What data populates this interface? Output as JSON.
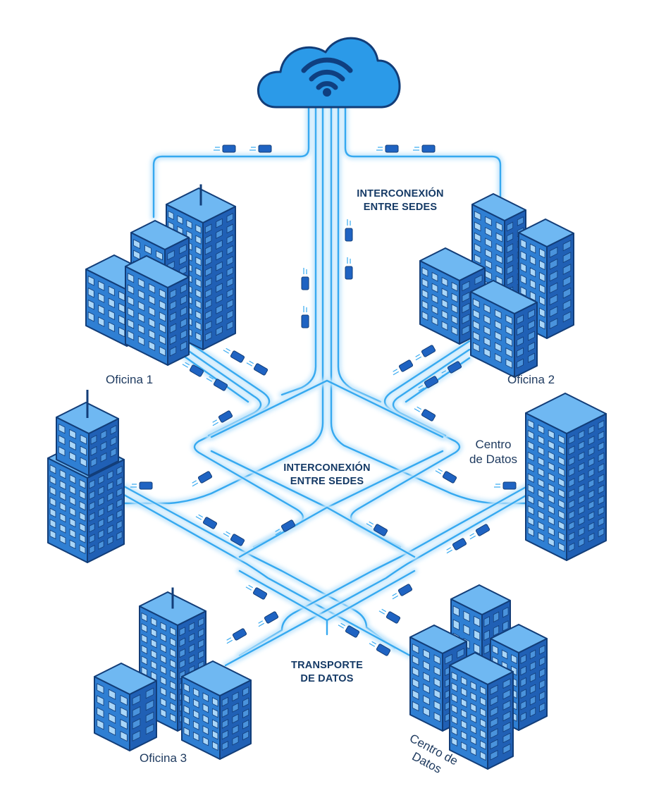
{
  "diagram": {
    "colors": {
      "accent": "#1f8fe3",
      "building_front": "#2f7fd3",
      "building_side": "#2060b5",
      "building_top": "#6fb8f2",
      "outline": "#123d78",
      "line": "#36a9f0",
      "line_glow": "#c8e8fc",
      "packet": "#1f63c2"
    },
    "icons": {
      "cloud": "wifi-cloud-icon"
    },
    "nodes": {
      "oficina_1": "Oficina 1",
      "oficina_2": "Oficina 2",
      "oficina_3": "Oficina 3",
      "centro_datos_right": [
        "Centro",
        "de Datos"
      ],
      "centro_datos_bottom": [
        "Centro de",
        "Datos"
      ]
    },
    "captions": {
      "top": [
        "INTERCONEXIÓN",
        "ENTRE SEDES"
      ],
      "middle": [
        "INTERCONEXIÓN",
        "ENTRE SEDES"
      ],
      "bottom": [
        "TRANSPORTE",
        "DE DATOS"
      ]
    }
  }
}
